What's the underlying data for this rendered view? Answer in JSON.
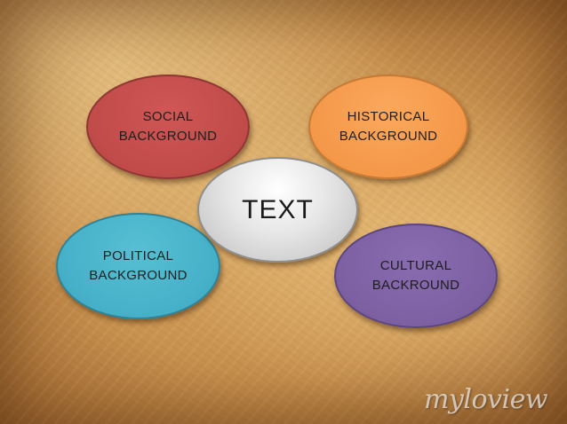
{
  "diagram": {
    "center": {
      "label": "TEXT"
    },
    "nodes": [
      {
        "id": "social",
        "line1": "SOCIAL",
        "line2": "BACKGROUND",
        "color": "#c04b49"
      },
      {
        "id": "historical",
        "line1": "HISTORICAL",
        "line2": "BACKGROUND",
        "color": "#f49849"
      },
      {
        "id": "political",
        "line1": "POLITICAL",
        "line2": "BACKGROUND",
        "color": "#45b0c8"
      },
      {
        "id": "cultural",
        "line1": "CULTURAL",
        "line2": "BACKROUND",
        "color": "#7c60a2"
      }
    ]
  },
  "watermark": {
    "text": "myloview"
  },
  "background": {
    "style": "crumpled parchment",
    "color": "#c8914e"
  }
}
